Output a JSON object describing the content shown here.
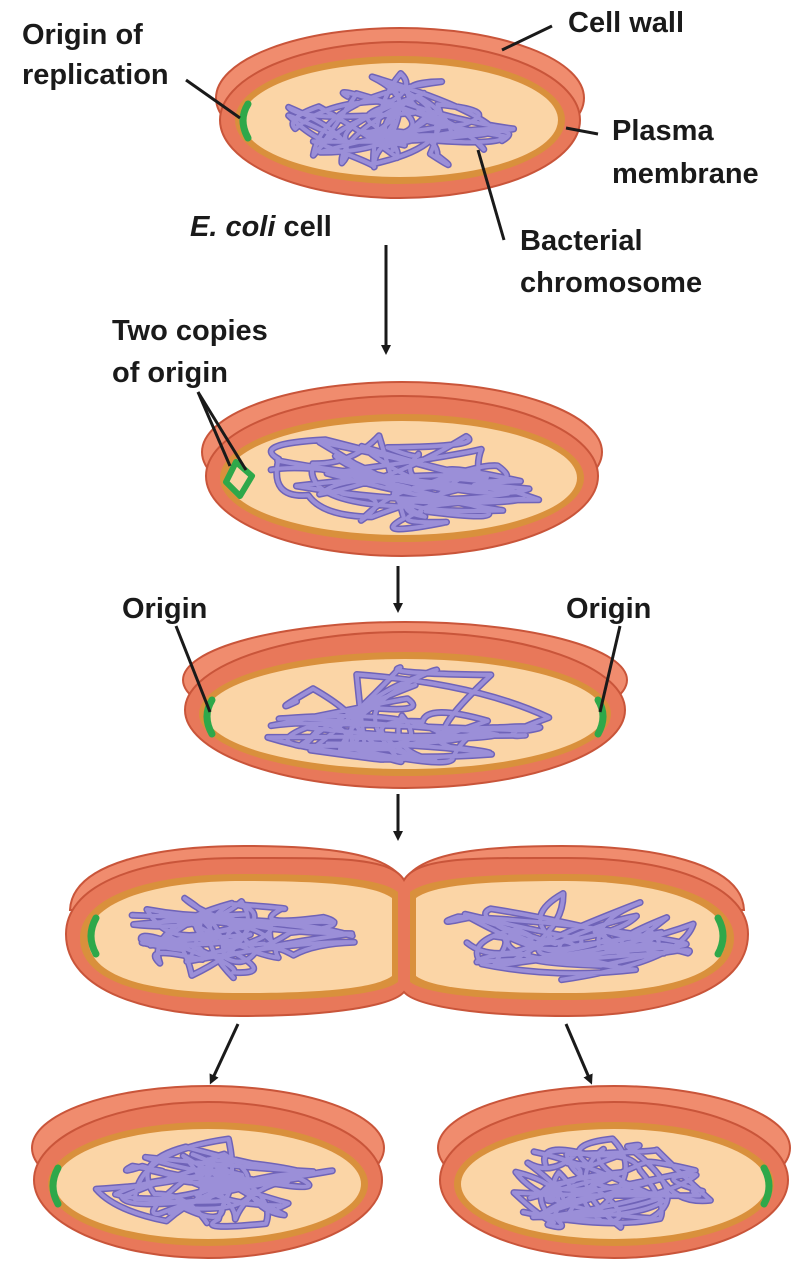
{
  "labels": {
    "origin_of_replication_line1": "Origin of",
    "origin_of_replication_line2": "replication",
    "cell_wall": "Cell wall",
    "plasma_membrane_line1": "Plasma",
    "plasma_membrane_line2": "membrane",
    "cell_caption_italic": "E. coli",
    "cell_caption_rest": " cell",
    "bacterial_chromosome_line1": "Bacterial",
    "bacterial_chromosome_line2": "chromosome",
    "two_copies_line1": "Two copies",
    "two_copies_line2": "of origin",
    "origin_left": "Origin",
    "origin_right": "Origin"
  },
  "colors": {
    "cell_wall": "#e8785a",
    "cell_wall_top": "#f08c6e",
    "cell_wall_edge": "#c9553a",
    "membrane": "#d9903c",
    "cytoplasm": "#fbd5a6",
    "chromosome": "#9b8fd8",
    "chromosome_edge": "#6f63b8",
    "origin": "#2ea84a",
    "label_text": "#1a1a1a",
    "line": "#1a1a1a"
  }
}
